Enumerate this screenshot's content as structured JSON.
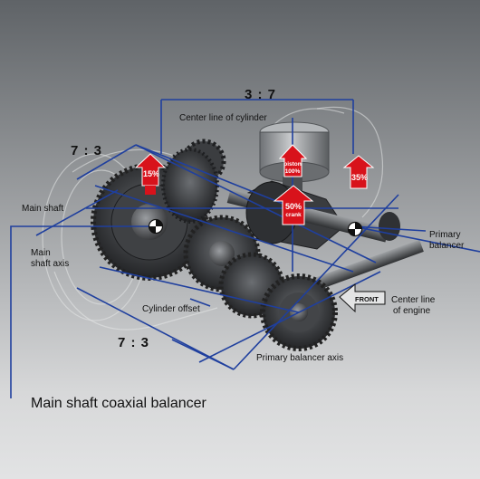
{
  "title": "Main shaft coaxial balancer",
  "ratios": {
    "top": "3 : 7",
    "left": "7 : 3",
    "bottom": "7 : 3"
  },
  "labels": {
    "center_line_cylinder": "Center line of cylinder",
    "main_shaft": "Main shaft",
    "main_shaft_axis_1": "Main",
    "main_shaft_axis_2": "shaft axis",
    "cylinder_offset": "Cylinder offset",
    "primary_balancer_1": "Primary",
    "primary_balancer_2": "balancer",
    "center_line_engine_1": "Center line",
    "center_line_engine_2": "of engine",
    "primary_balancer_axis": "Primary balancer axis",
    "front": "FRONT"
  },
  "arrows": {
    "left_pct": "15%",
    "mid_pct": "50%",
    "mid_sub": "crank",
    "piston_word": "piston",
    "piston_pct": "100%",
    "right_pct": "35%"
  },
  "colors": {
    "guide_line": "#1f3f9e",
    "arrow": "#d8121b",
    "text": "#111111"
  }
}
